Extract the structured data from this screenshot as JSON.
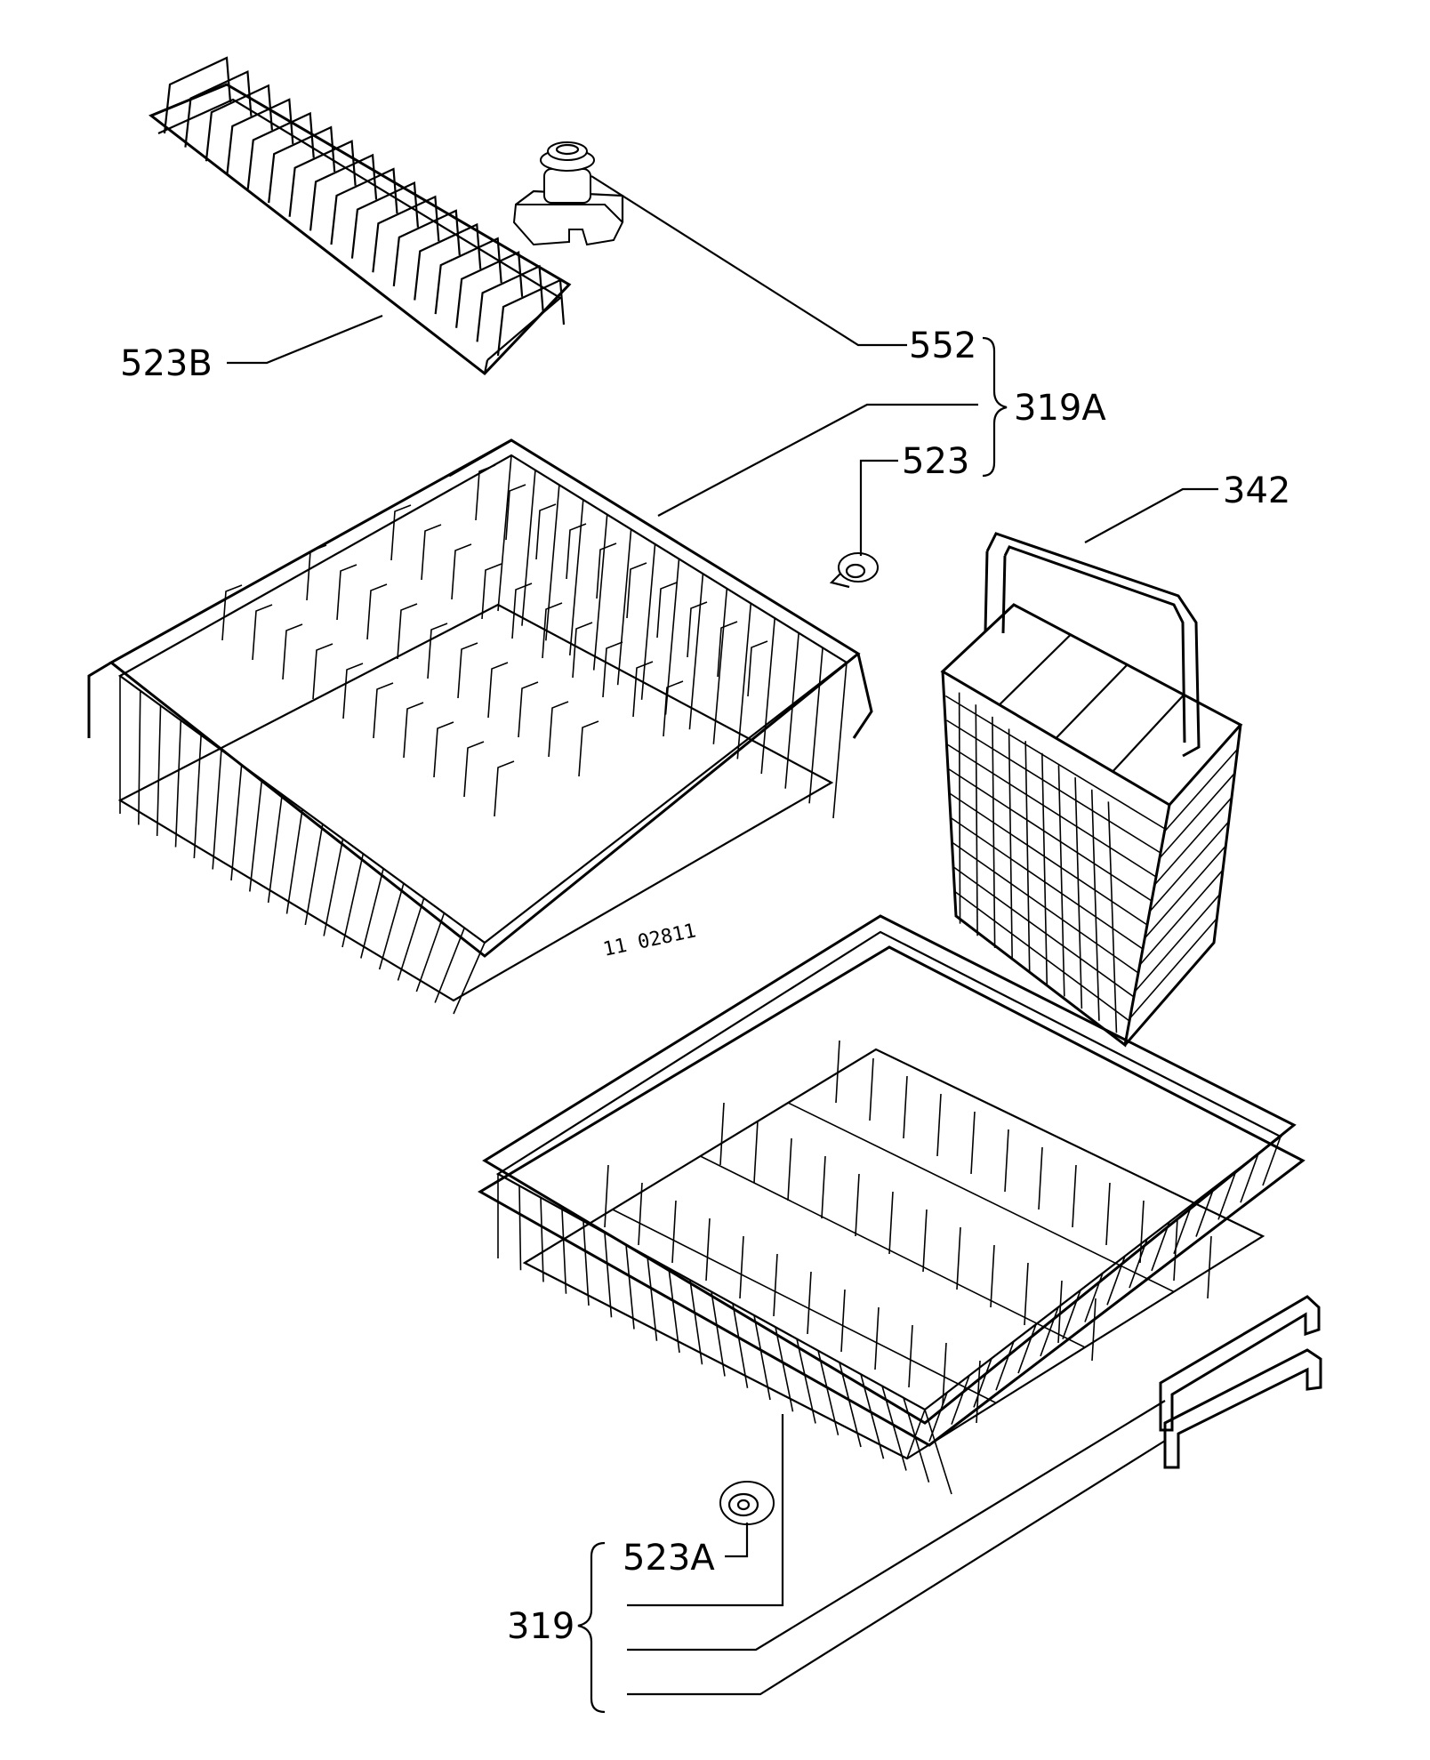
{
  "labels": {
    "p523b": "523B",
    "p552": "552",
    "p319a": "319A",
    "p523": "523",
    "p342": "342",
    "p523a": "523A",
    "p319": "319"
  },
  "stamp": "11 02811"
}
